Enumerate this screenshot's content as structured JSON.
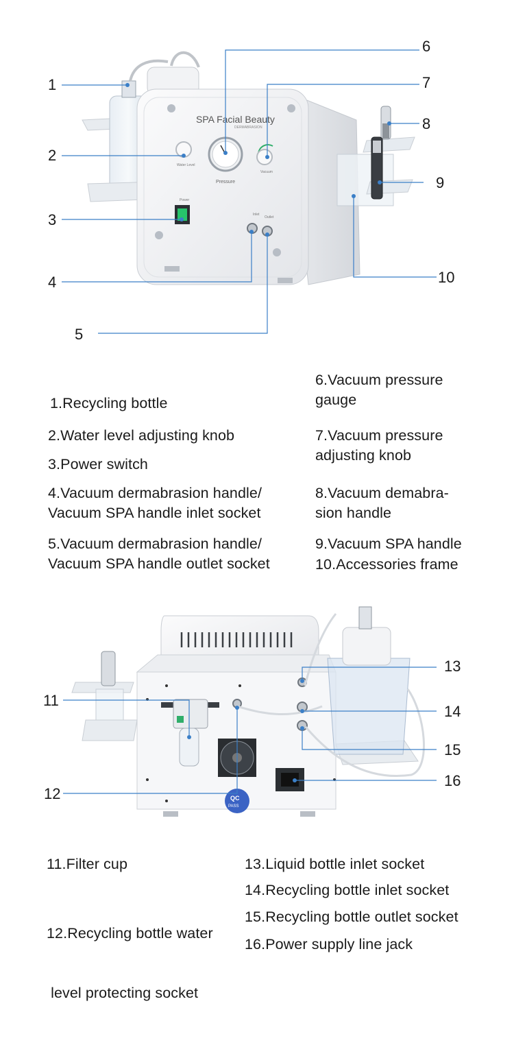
{
  "colors": {
    "leader": "#3b7fc7",
    "device_body": "#f4f5f7",
    "accent_green": "#2fae6a",
    "power_switch": "#27c46b"
  },
  "figure1": {
    "panel_brand": "SPA Facial Beauty",
    "panel_sub": "DERMABRASION",
    "gauge_label": "Pressure",
    "water_level_label": "Water Level",
    "vacuum_label": "Vacuum",
    "power_label": "Power",
    "inlet_label": "Inlet",
    "outlet_label": "Outlet",
    "callouts": [
      "1",
      "2",
      "3",
      "4",
      "5",
      "6",
      "7",
      "8",
      "9",
      "10"
    ]
  },
  "legend1": {
    "left": [
      [
        "1.Recycling bottle"
      ],
      [
        "2.Water level adjusting knob"
      ],
      [
        "3.Power switch"
      ],
      [
        "4.Vacuum dermabrasion handle/",
        "Vacuum SPA handle inlet socket"
      ],
      [
        "5.Vacuum dermabrasion handle/",
        "Vacuum SPA handle outlet socket"
      ]
    ],
    "right": [
      [
        "6.Vacuum pressure",
        "gauge"
      ],
      [
        "7.Vacuum pressure",
        "adjusting knob"
      ],
      [
        "8.Vacuum demabra-",
        "sion handle"
      ],
      [
        "9.Vacuum SPA handle"
      ],
      [
        "10.Accessories frame"
      ]
    ]
  },
  "figure2": {
    "qc_label": "QC",
    "qc_sub": "PASS",
    "callouts": [
      "11",
      "12",
      "13",
      "14",
      "15",
      "16"
    ]
  },
  "legend2": {
    "left": [
      [
        "11.Filter cup"
      ],
      [
        "12.Recycling bottle water",
        " level protecting socket"
      ]
    ],
    "right": [
      [
        "13.Liquid bottle inlet socket"
      ],
      [
        "14.Recycling bottle inlet socket"
      ],
      [
        "15.Recycling bottle outlet socket"
      ],
      [
        "16.Power supply line jack"
      ]
    ]
  }
}
